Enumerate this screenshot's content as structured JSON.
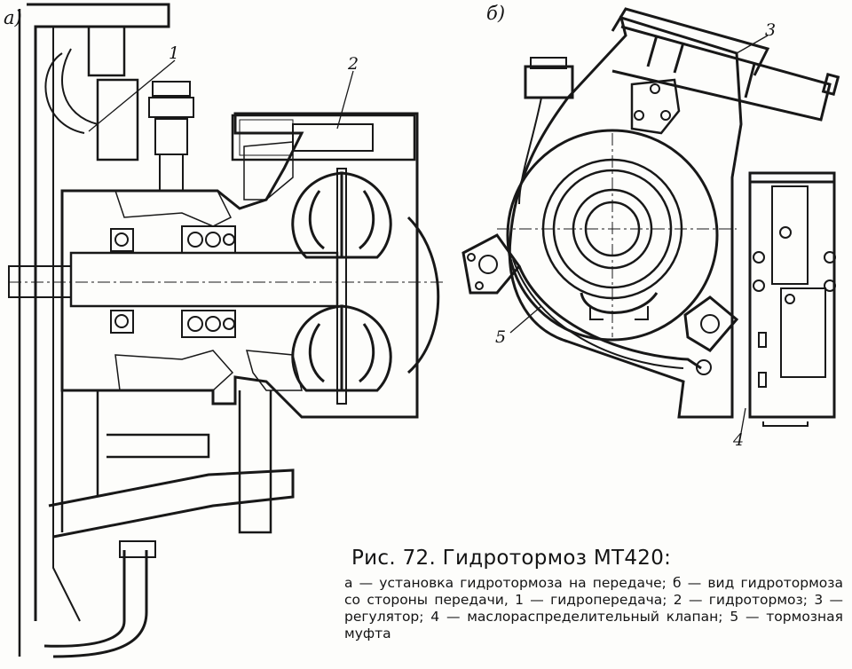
{
  "figure": {
    "panel_a_label": "а)",
    "panel_b_label": "б)",
    "callouts": {
      "c1": "1",
      "c2": "2",
      "c3": "3",
      "c4": "4",
      "c5": "5"
    },
    "caption_title": "Рис. 72. Гидротормоз МТ420:",
    "caption_body": "а — установка гидротормоза на передаче; б — вид гидротормоза со стороны передачи, 1 — гидропередача; 2 — гидротормоз; 3 — регулятор; 4 — маслораспределительный клапан; 5 — тормозная муфта"
  }
}
